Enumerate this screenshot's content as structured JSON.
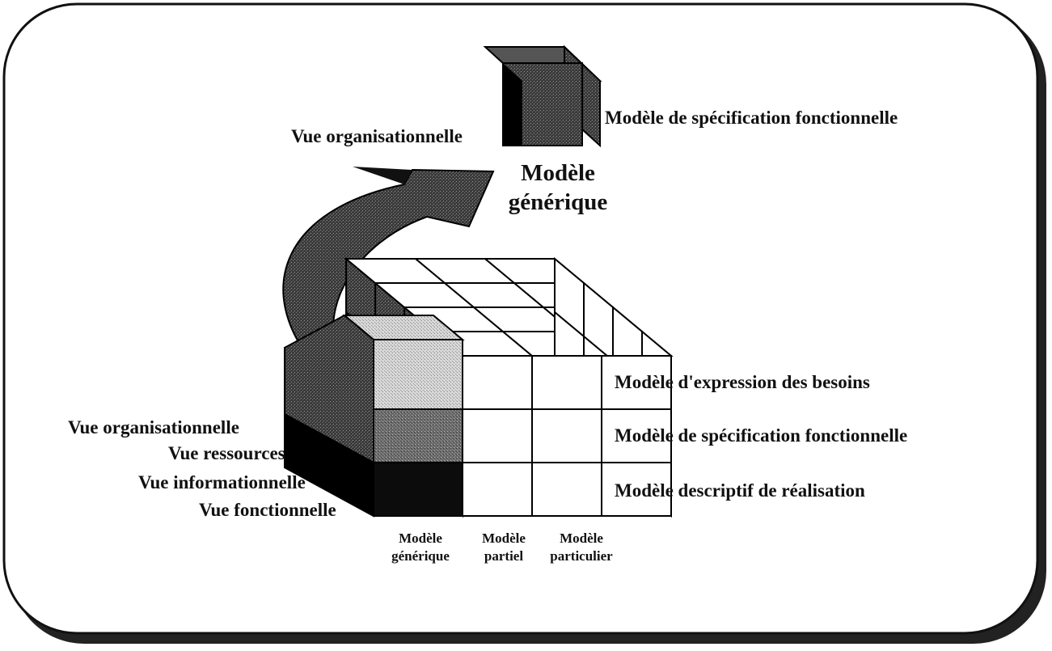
{
  "top_cube": {
    "left_label": "Vue organisationnelle",
    "right_label": "Modèle de spécification fonctionnelle"
  },
  "arrow": {
    "title_line1": "Modèle",
    "title_line2": "générique"
  },
  "row_labels": [
    "Modèle d'expression des besoins",
    "Modèle de spécification fonctionnelle",
    "Modèle  descriptif de réalisation"
  ],
  "view_labels": [
    "Vue organisationnelle",
    "Vue ressources",
    "Vue informationnelle",
    "Vue fonctionnelle"
  ],
  "column_labels": [
    {
      "line1": "Modèle",
      "line2": "générique"
    },
    {
      "line1": "Modèle",
      "line2": "partiel"
    },
    {
      "line1": "Modèle",
      "line2": "particulier"
    }
  ],
  "colors": {
    "ink": "#111111",
    "cell_fill": "#ffffff",
    "highlight_light": "#cfcfcf",
    "highlight_mid": "#777777",
    "highlight_dark": "#0c0c0c"
  }
}
